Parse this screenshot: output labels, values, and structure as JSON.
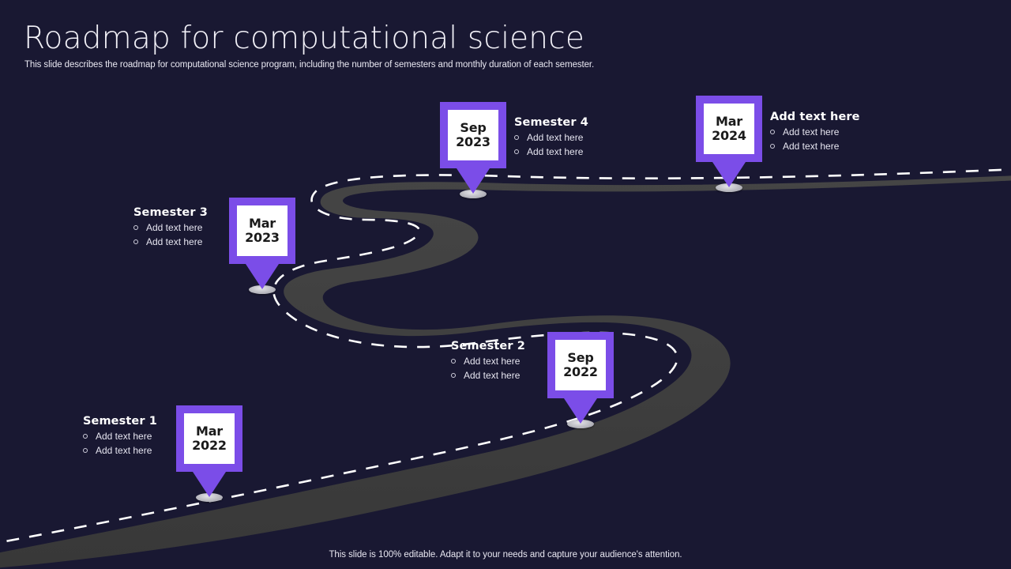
{
  "slide": {
    "title": "Roadmap for computational science",
    "subtitle": "This slide describes the roadmap for computational science program, including the number of semesters and monthly duration of each semester.",
    "footer": "This slide is 100% editable. Adapt it to your needs and capture your audience's attention."
  },
  "colors": {
    "background": "#191832",
    "marker_purple": "#7B4DE8",
    "marker_fill": "#FFFFFF",
    "road": "#3B3B3B",
    "road_line": "#FFFFFF",
    "text": "#FFFFFF"
  },
  "milestones": [
    {
      "id": "semester-1",
      "marker_month": "Mar",
      "marker_year": "2022",
      "heading": "Semester 1",
      "items": [
        "Add text here",
        "Add text here"
      ],
      "text_side": "left"
    },
    {
      "id": "semester-2",
      "marker_month": "Sep",
      "marker_year": "2022",
      "heading": "Semester 2",
      "items": [
        "Add text here",
        "Add text here"
      ],
      "text_side": "left"
    },
    {
      "id": "semester-3",
      "marker_month": "Mar",
      "marker_year": "2023",
      "heading": "Semester 3",
      "items": [
        "Add text here",
        "Add text here"
      ],
      "text_side": "left"
    },
    {
      "id": "semester-4",
      "marker_month": "Sep",
      "marker_year": "2023",
      "heading": "Semester 4",
      "items": [
        "Add text here",
        "Add text here"
      ],
      "text_side": "right"
    },
    {
      "id": "milestone-5",
      "marker_month": "Mar",
      "marker_year": "2024",
      "heading": "Add text here",
      "items": [
        "Add text here",
        "Add text here"
      ],
      "text_side": "right"
    }
  ]
}
